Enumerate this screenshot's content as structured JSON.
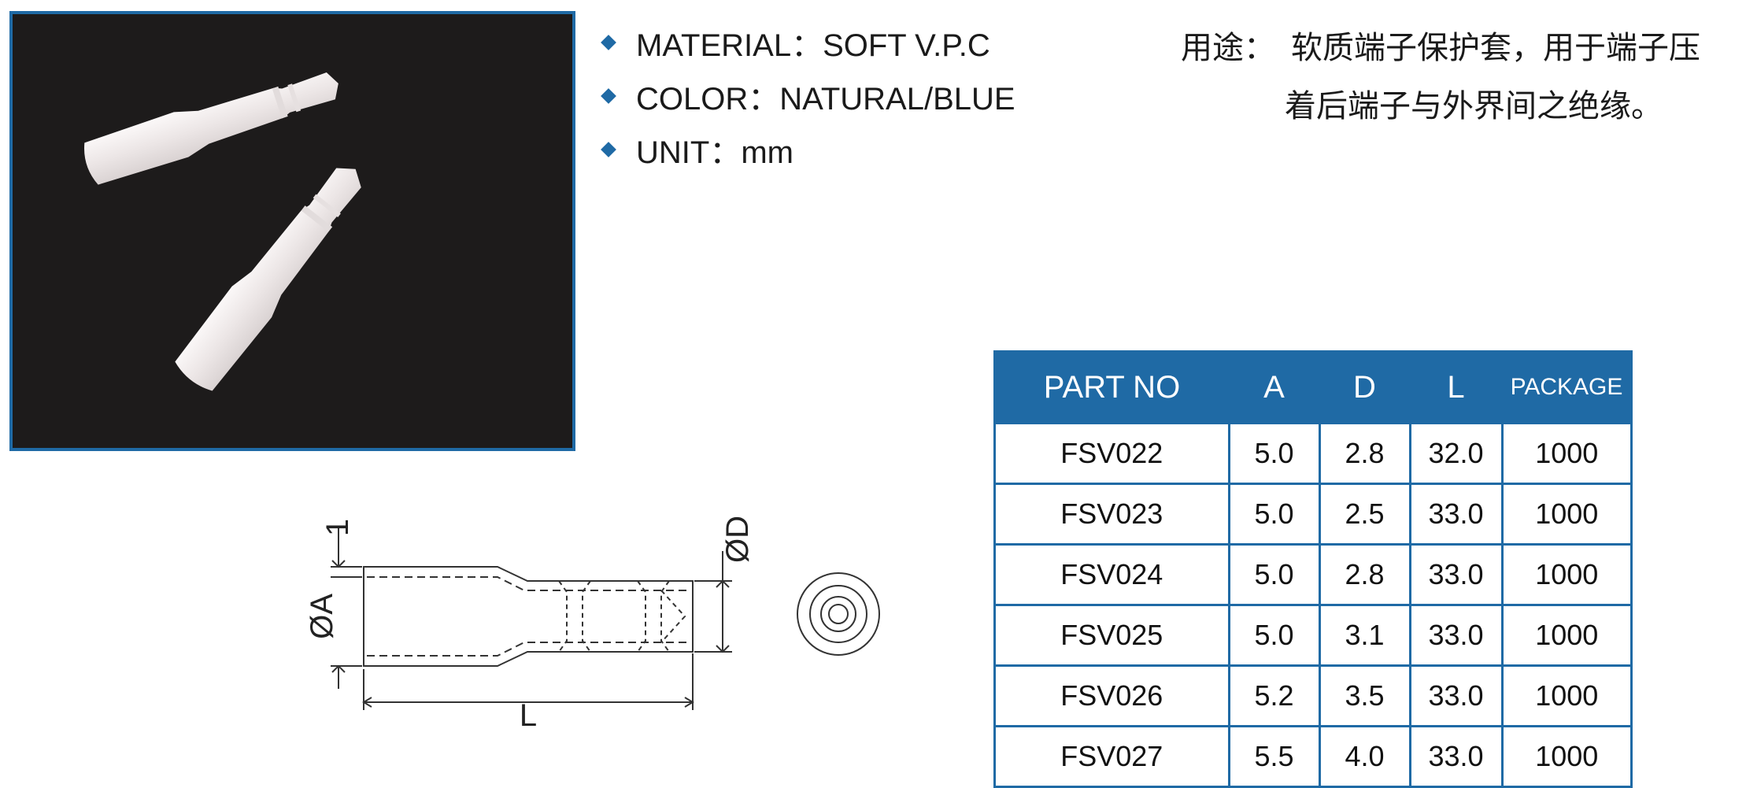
{
  "specs": [
    {
      "label": "MATERIAL：SOFT V.P.C"
    },
    {
      "label": "COLOR：NATURAL/BLUE"
    },
    {
      "label": "UNIT：mm"
    }
  ],
  "usage": {
    "label": "用途：",
    "line1": "软质端子保护套，用于端子压",
    "line2": "着后端子与外界间之绝缘。"
  },
  "drawing": {
    "dim_one": "1",
    "dim_a": "ØA",
    "dim_d": "ØD",
    "dim_l": "L"
  },
  "table": {
    "headers": [
      "PART NO",
      "A",
      "D",
      "L",
      "PACKAGE"
    ],
    "rows": [
      [
        "FSV022",
        "5.0",
        "2.8",
        "32.0",
        "1000"
      ],
      [
        "FSV023",
        "5.0",
        "2.5",
        "33.0",
        "1000"
      ],
      [
        "FSV024",
        "5.0",
        "2.8",
        "33.0",
        "1000"
      ],
      [
        "FSV025",
        "5.0",
        "3.1",
        "33.0",
        "1000"
      ],
      [
        "FSV026",
        "5.2",
        "3.5",
        "33.0",
        "1000"
      ],
      [
        "FSV027",
        "5.5",
        "4.0",
        "33.0",
        "1000"
      ]
    ]
  },
  "colors": {
    "accent": "#1f6aa5",
    "photo_background": "#1d1b1b",
    "sleeve": "#f1ecec"
  }
}
